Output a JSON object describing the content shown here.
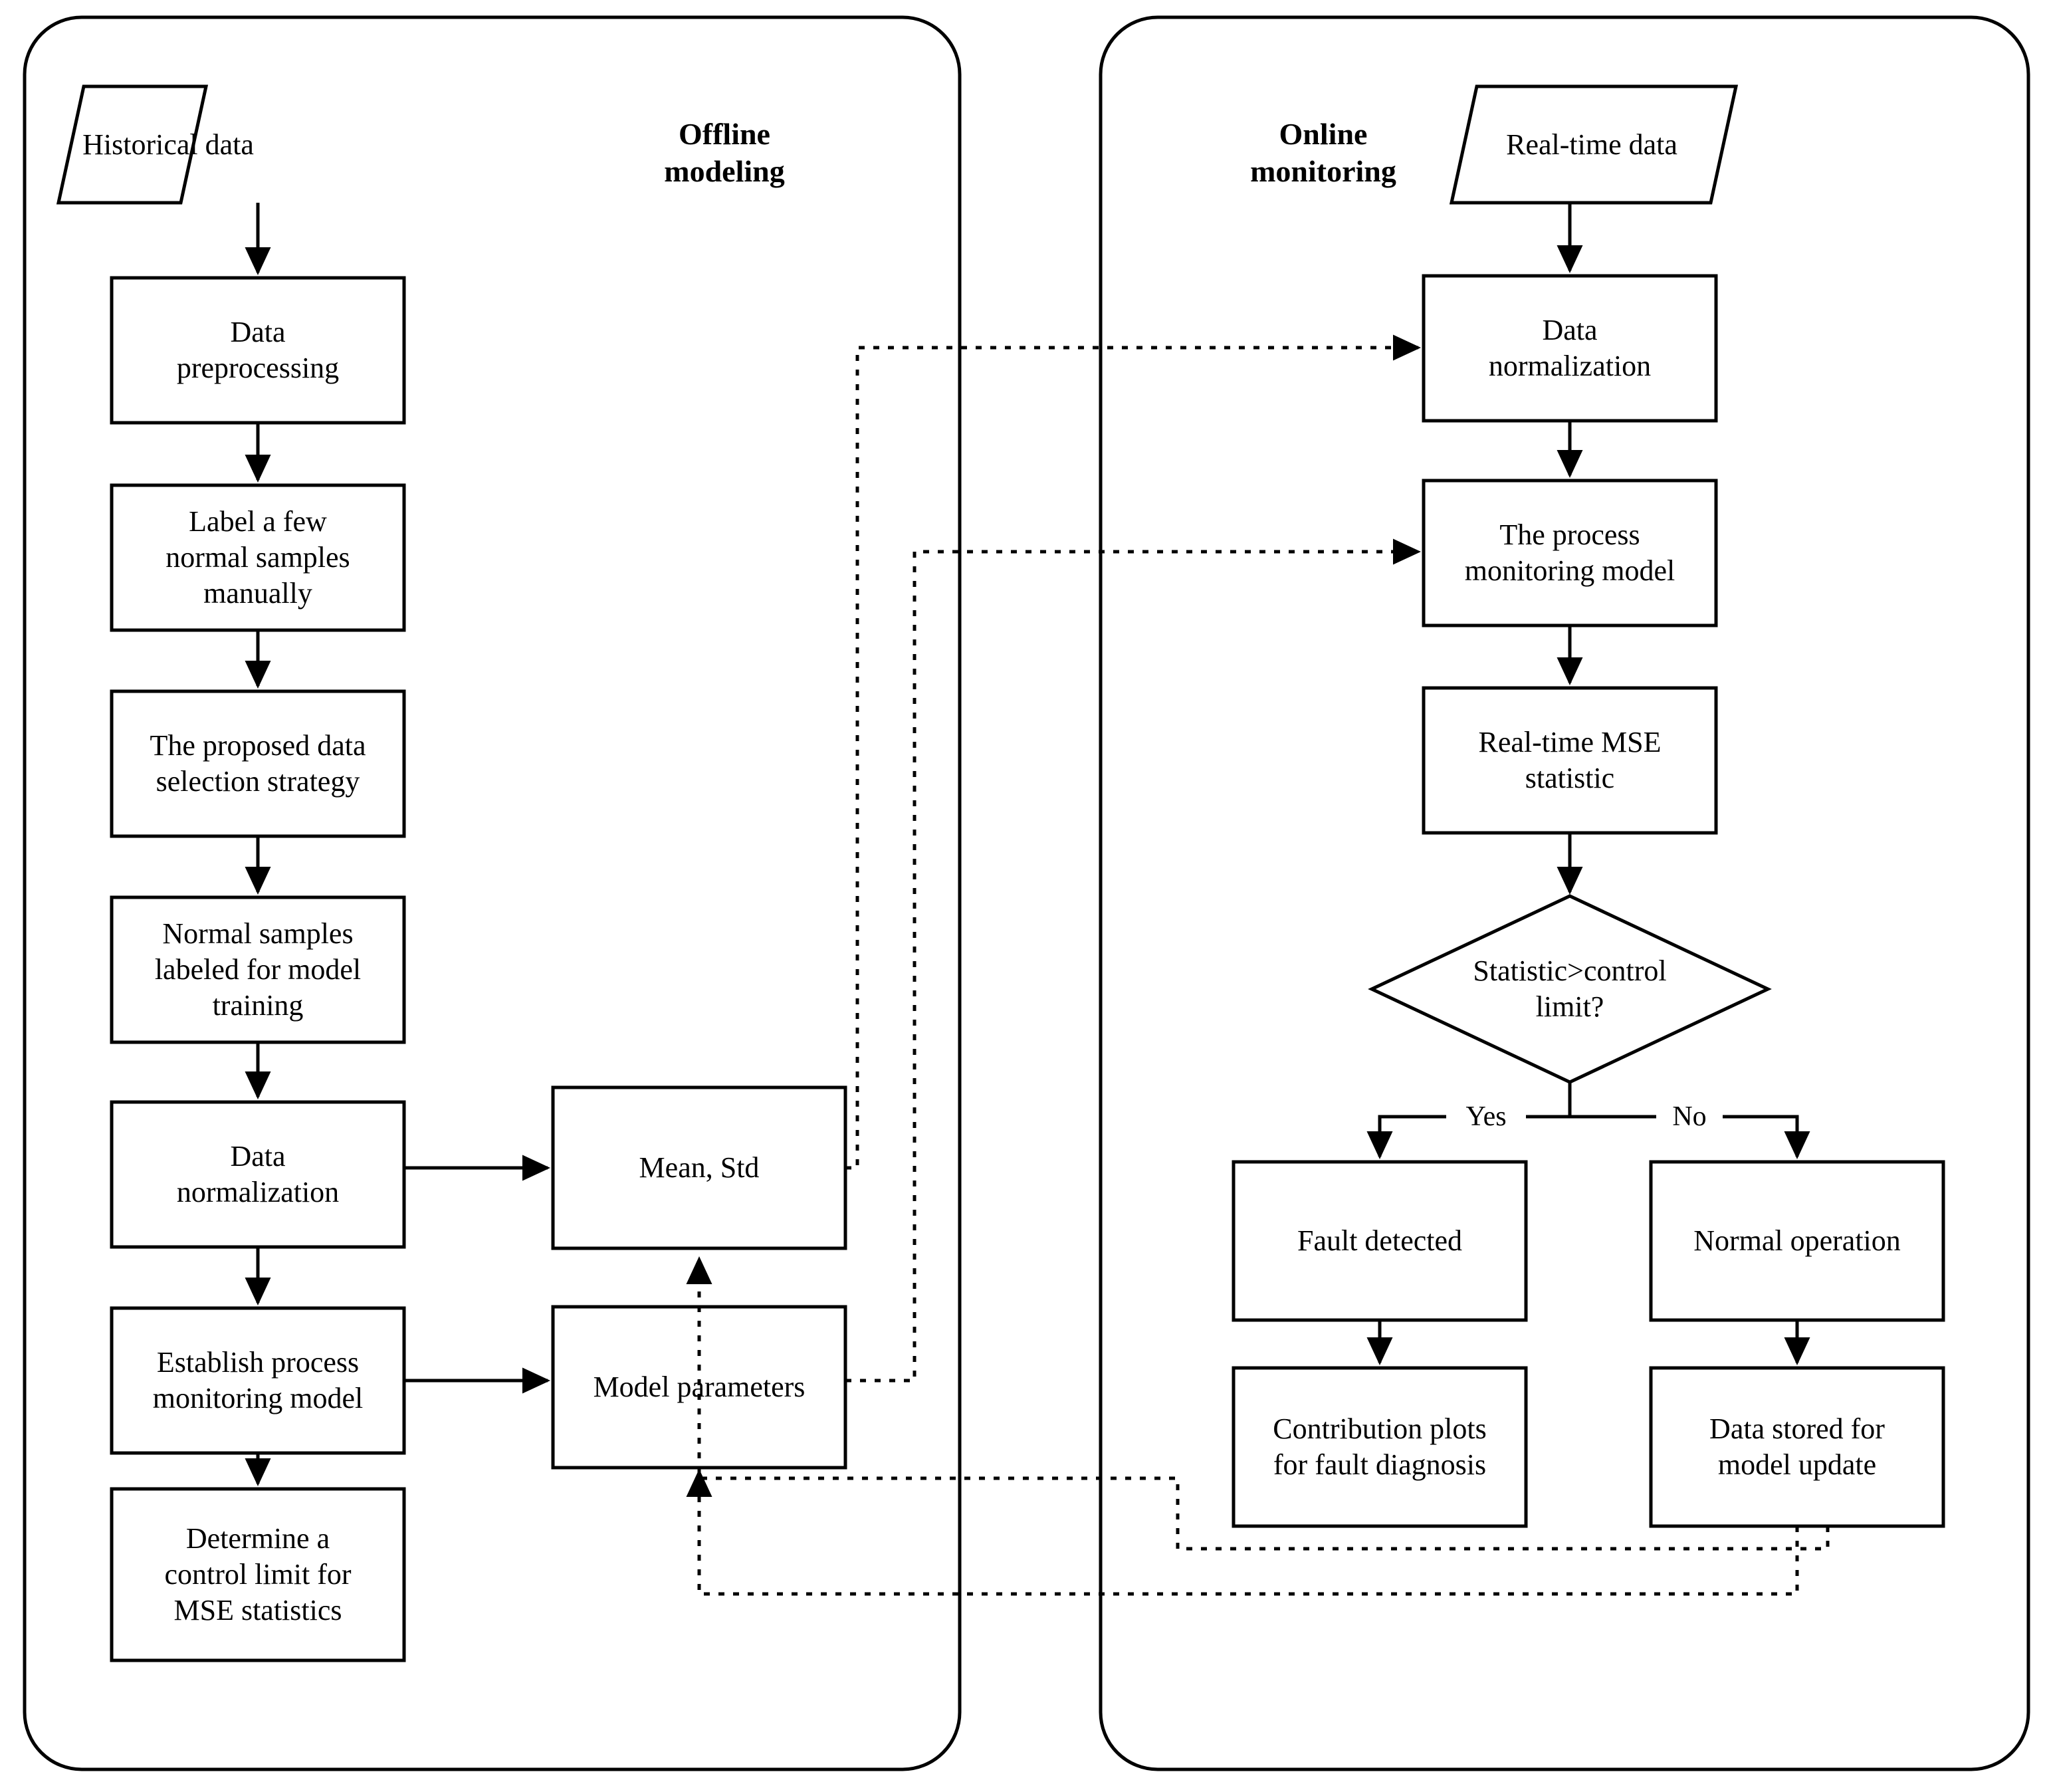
{
  "diagram": {
    "title_offline": "Offline\nmodeling",
    "panels": [
      {
        "id": "offline",
        "label": "Offline modeling",
        "label_l1": "Offline",
        "label_l2": "modeling"
      },
      {
        "id": "online",
        "label": "Online monitoring",
        "label_l1": "Online",
        "label_l2": "monitoring"
      }
    ],
    "colors": {
      "stroke": "#000000",
      "fill": "#ffffff",
      "text": "#000000"
    },
    "nodes": {
      "historical_data": {
        "text": "Historical data",
        "shape": "parallelogram"
      },
      "data_preprocessing": {
        "line1": "Data",
        "line2": "preprocessing",
        "shape": "rect"
      },
      "label_few_normal": {
        "line1": "Label a few",
        "line2": "normal samples",
        "line3": "manually",
        "shape": "rect"
      },
      "data_selection": {
        "line1": "The proposed data",
        "line2": "selection strategy",
        "shape": "rect"
      },
      "normal_samples": {
        "line1": "Normal samples",
        "line2": "labeled for model",
        "line3": "training",
        "shape": "rect"
      },
      "data_normalization_off": {
        "line1": "Data",
        "line2": "normalization",
        "shape": "rect"
      },
      "establish_model": {
        "line1": "Establish process",
        "line2": "monitoring model",
        "shape": "rect"
      },
      "determine_limit": {
        "line1": "Determine a",
        "line2": "control limit for",
        "line3": "MSE statistics",
        "shape": "rect"
      },
      "mean_std": {
        "text": "Mean, Std",
        "shape": "rect"
      },
      "model_parameters": {
        "text": "Model parameters",
        "shape": "rect"
      },
      "realtime_data": {
        "text": "Real-time data",
        "shape": "parallelogram"
      },
      "data_normalization_on": {
        "line1": "Data",
        "line2": "normalization",
        "shape": "rect"
      },
      "process_model": {
        "line1": "The process",
        "line2": "monitoring model",
        "shape": "rect"
      },
      "realtime_mse": {
        "line1": "Real-time MSE",
        "line2": "statistic",
        "shape": "rect"
      },
      "decision": {
        "line1": "Statistic>control",
        "line2": "limit?",
        "shape": "diamond"
      },
      "fault_detected": {
        "text": "Fault detected",
        "shape": "rect"
      },
      "normal_operation": {
        "text": "Normal operation",
        "shape": "rect"
      },
      "contribution_plots": {
        "line1": "Contribution plots",
        "line2": "for fault diagnosis",
        "shape": "rect"
      },
      "data_stored": {
        "line1": "Data stored for",
        "line2": "model update",
        "shape": "rect"
      }
    },
    "edge_labels": {
      "yes": "Yes",
      "no": "No"
    }
  }
}
